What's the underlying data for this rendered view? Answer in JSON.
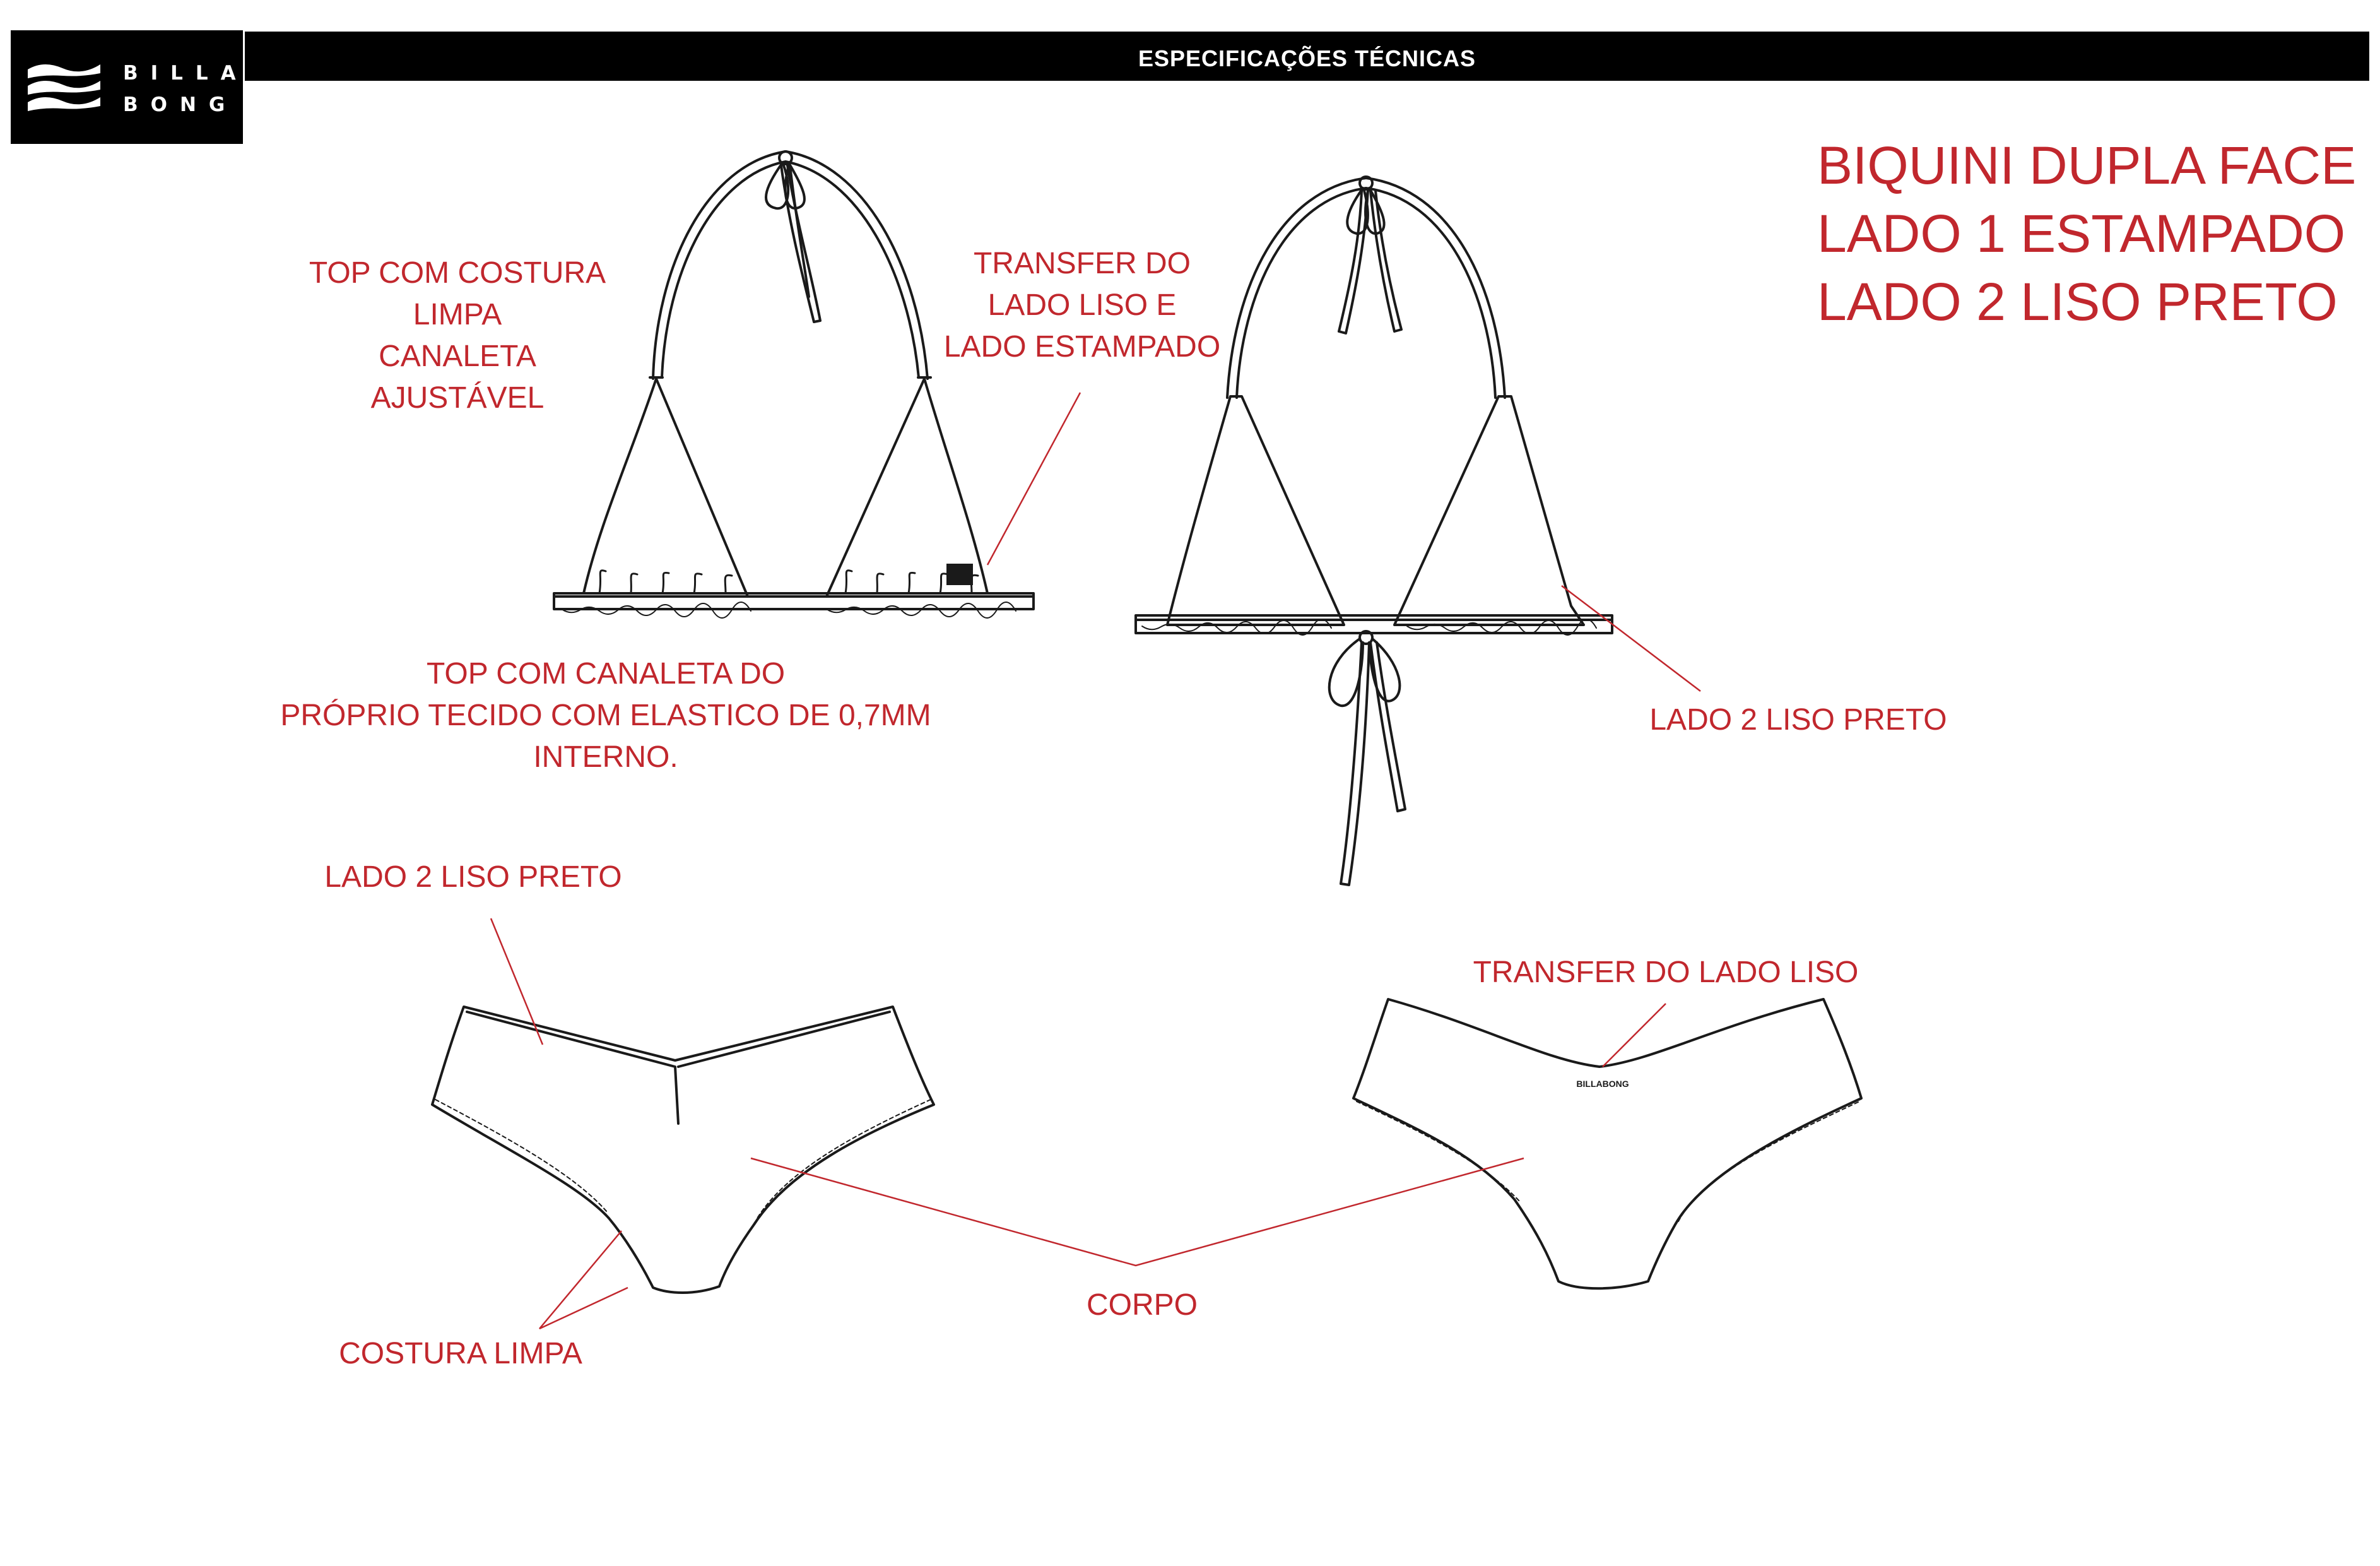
{
  "brand": {
    "line1": "BILLA",
    "line2": "BONG"
  },
  "header": {
    "title": "ESPECIFICAÇÕES TÉCNICAS"
  },
  "title_block": {
    "line1": "BIQUINI DUPLA FACE",
    "line2": "LADO 1 ESTAMPADO",
    "line3": "LADO 2 LISO PRETO"
  },
  "annotations": {
    "top_clean_seam": [
      "TOP COM COSTURA",
      "LIMPA",
      "CANALETA",
      "AJUSTÁVEL"
    ],
    "transfer_top": [
      "TRANSFER DO",
      "LADO LISO E",
      "LADO ESTAMPADO"
    ],
    "top_channel": [
      "TOP COM CANALETA DO",
      "PRÓPRIO TECIDO COM ELASTICO DE 0,7MM",
      "INTERNO."
    ],
    "top_side2": "LADO 2 LISO PRETO",
    "bottom_side2": "LADO 2 LISO PRETO",
    "transfer_bottom": "TRANSFER DO LADO LISO",
    "body": "CORPO",
    "clean_seam": "COSTURA LIMPA"
  },
  "garment_label": "BILLABONG",
  "colors": {
    "annotation": "#c1272d",
    "header": "#000000",
    "sketch": "#1a1a1a"
  }
}
